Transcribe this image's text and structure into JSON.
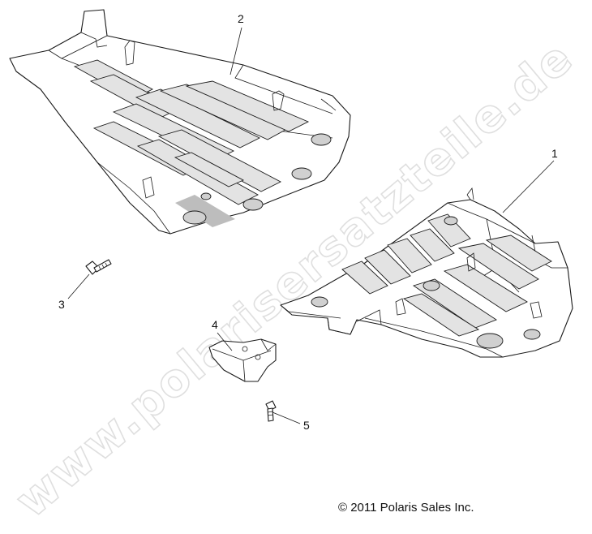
{
  "callouts": {
    "c1": "1",
    "c2": "2",
    "c3": "3",
    "c4": "4",
    "c5": "5"
  },
  "copyright": "© 2011 Polaris Sales Inc.",
  "watermark": "www.polarisersatzteile.de",
  "parts": {
    "p1": "skid-plate-rear",
    "p2": "skid-plate-front",
    "p3": "bolt",
    "p4": "bracket",
    "p5": "screw"
  },
  "colors": {
    "line": "#1a1a1a",
    "rib_fill": "#e3e3e3",
    "watermark_stroke": "#dcdcdc"
  }
}
